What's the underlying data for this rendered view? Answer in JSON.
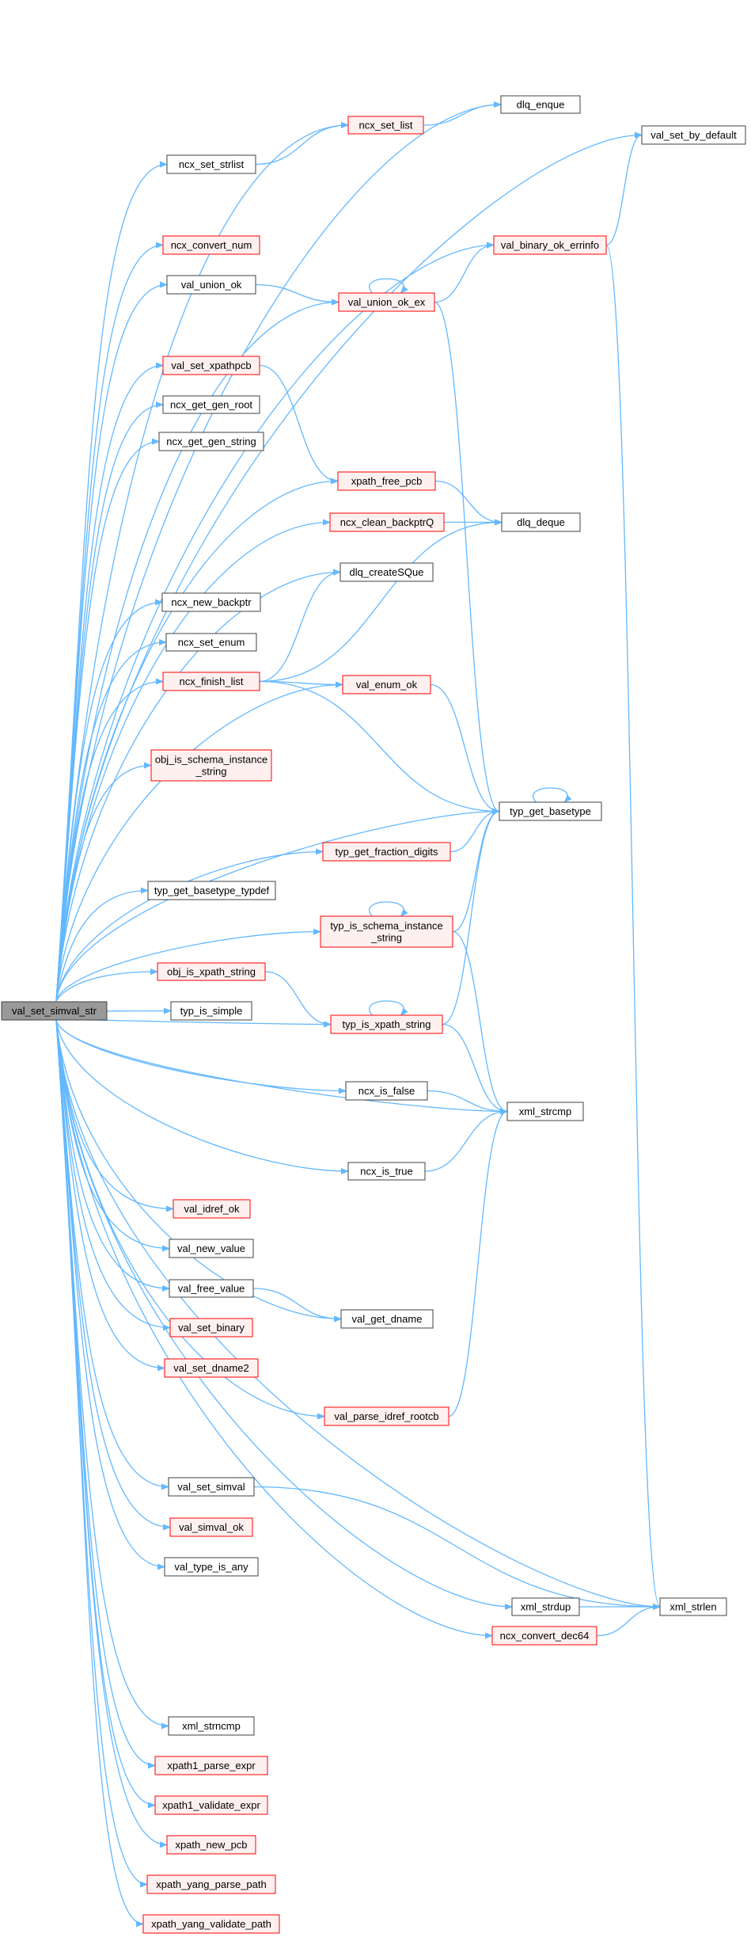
{
  "colors": {
    "edge": "#63b8ff",
    "border_default": "#404040",
    "border_red": "#ff0000",
    "fill_default": "#ffffff",
    "fill_red": "#fff0f0",
    "fill_root": "#999999"
  },
  "nodes": [
    {
      "id": "root",
      "lines": [
        "val_set_simval_str"
      ],
      "style": "root"
    },
    {
      "id": "dlq_enque",
      "lines": [
        "dlq_enque"
      ],
      "style": "default"
    },
    {
      "id": "val_set_by_default",
      "lines": [
        "val_set_by_default"
      ],
      "style": "default"
    },
    {
      "id": "ncx_set_list",
      "lines": [
        "ncx_set_list"
      ],
      "style": "red"
    },
    {
      "id": "ncx_set_strlist",
      "lines": [
        "ncx_set_strlist"
      ],
      "style": "default"
    },
    {
      "id": "val_binary_ok_errinfo",
      "lines": [
        "val_binary_ok_errinfo"
      ],
      "style": "red"
    },
    {
      "id": "ncx_convert_num",
      "lines": [
        "ncx_convert_num"
      ],
      "style": "red"
    },
    {
      "id": "val_union_ok",
      "lines": [
        "val_union_ok"
      ],
      "style": "default"
    },
    {
      "id": "val_union_ok_ex",
      "lines": [
        "val_union_ok_ex"
      ],
      "style": "red"
    },
    {
      "id": "val_set_xpathpcb",
      "lines": [
        "val_set_xpathpcb"
      ],
      "style": "red"
    },
    {
      "id": "ncx_get_gen_root",
      "lines": [
        "ncx_get_gen_root"
      ],
      "style": "default"
    },
    {
      "id": "ncx_get_gen_string",
      "lines": [
        "ncx_get_gen_string"
      ],
      "style": "default"
    },
    {
      "id": "xpath_free_pcb",
      "lines": [
        "xpath_free_pcb"
      ],
      "style": "red"
    },
    {
      "id": "ncx_clean_backptrQ",
      "lines": [
        "ncx_clean_backptrQ"
      ],
      "style": "red"
    },
    {
      "id": "dlq_deque",
      "lines": [
        "dlq_deque"
      ],
      "style": "default"
    },
    {
      "id": "dlq_createSQue",
      "lines": [
        "dlq_createSQue"
      ],
      "style": "default"
    },
    {
      "id": "ncx_new_backptr",
      "lines": [
        "ncx_new_backptr"
      ],
      "style": "default"
    },
    {
      "id": "ncx_set_enum",
      "lines": [
        "ncx_set_enum"
      ],
      "style": "default"
    },
    {
      "id": "ncx_finish_list",
      "lines": [
        "ncx_finish_list"
      ],
      "style": "red"
    },
    {
      "id": "val_enum_ok",
      "lines": [
        "val_enum_ok"
      ],
      "style": "red"
    },
    {
      "id": "obj_is_schema_instance_string",
      "lines": [
        "obj_is_schema_instance",
        "_string"
      ],
      "style": "red"
    },
    {
      "id": "typ_get_basetype",
      "lines": [
        "typ_get_basetype"
      ],
      "style": "default"
    },
    {
      "id": "typ_get_fraction_digits",
      "lines": [
        "typ_get_fraction_digits"
      ],
      "style": "red"
    },
    {
      "id": "typ_get_basetype_typdef",
      "lines": [
        "typ_get_basetype_typdef"
      ],
      "style": "default"
    },
    {
      "id": "typ_is_schema_instance_string",
      "lines": [
        "typ_is_schema_instance",
        "_string"
      ],
      "style": "red"
    },
    {
      "id": "obj_is_xpath_string",
      "lines": [
        "obj_is_xpath_string"
      ],
      "style": "red"
    },
    {
      "id": "typ_is_simple",
      "lines": [
        "typ_is_simple"
      ],
      "style": "default"
    },
    {
      "id": "typ_is_xpath_string",
      "lines": [
        "typ_is_xpath_string"
      ],
      "style": "red"
    },
    {
      "id": "ncx_is_false",
      "lines": [
        "ncx_is_false"
      ],
      "style": "default"
    },
    {
      "id": "xml_strcmp",
      "lines": [
        "xml_strcmp"
      ],
      "style": "default"
    },
    {
      "id": "ncx_is_true",
      "lines": [
        "ncx_is_true"
      ],
      "style": "default"
    },
    {
      "id": "val_idref_ok",
      "lines": [
        "val_idref_ok"
      ],
      "style": "red"
    },
    {
      "id": "val_new_value",
      "lines": [
        "val_new_value"
      ],
      "style": "default"
    },
    {
      "id": "val_free_value",
      "lines": [
        "val_free_value"
      ],
      "style": "default"
    },
    {
      "id": "val_get_dname",
      "lines": [
        "val_get_dname"
      ],
      "style": "default"
    },
    {
      "id": "val_set_binary",
      "lines": [
        "val_set_binary"
      ],
      "style": "red"
    },
    {
      "id": "val_set_dname2",
      "lines": [
        "val_set_dname2"
      ],
      "style": "red"
    },
    {
      "id": "val_parse_idref_rootcb",
      "lines": [
        "val_parse_idref_rootcb"
      ],
      "style": "red"
    },
    {
      "id": "val_set_simval",
      "lines": [
        "val_set_simval"
      ],
      "style": "default"
    },
    {
      "id": "val_simval_ok",
      "lines": [
        "val_simval_ok"
      ],
      "style": "red"
    },
    {
      "id": "val_type_is_any",
      "lines": [
        "val_type_is_any"
      ],
      "style": "default"
    },
    {
      "id": "xml_strdup",
      "lines": [
        "xml_strdup"
      ],
      "style": "default"
    },
    {
      "id": "xml_strlen",
      "lines": [
        "xml_strlen"
      ],
      "style": "default"
    },
    {
      "id": "ncx_convert_dec64",
      "lines": [
        "ncx_convert_dec64"
      ],
      "style": "red"
    },
    {
      "id": "xml_strncmp",
      "lines": [
        "xml_strncmp"
      ],
      "style": "default"
    },
    {
      "id": "xpath1_parse_expr",
      "lines": [
        "xpath1_parse_expr"
      ],
      "style": "red"
    },
    {
      "id": "xpath1_validate_expr",
      "lines": [
        "xpath1_validate_expr"
      ],
      "style": "red"
    },
    {
      "id": "xpath_new_pcb",
      "lines": [
        "xpath_new_pcb"
      ],
      "style": "red"
    },
    {
      "id": "xpath_yang_parse_path",
      "lines": [
        "xpath_yang_parse_path"
      ],
      "style": "red"
    },
    {
      "id": "xpath_yang_validate_path",
      "lines": [
        "xpath_yang_validate_path"
      ],
      "style": "red"
    }
  ],
  "edges": [
    [
      "root",
      "dlq_enque"
    ],
    [
      "root",
      "val_set_by_default"
    ],
    [
      "root",
      "ncx_set_list"
    ],
    [
      "root",
      "ncx_set_strlist"
    ],
    [
      "root",
      "val_binary_ok_errinfo"
    ],
    [
      "root",
      "ncx_convert_num"
    ],
    [
      "root",
      "val_union_ok"
    ],
    [
      "root",
      "val_union_ok_ex"
    ],
    [
      "root",
      "val_set_xpathpcb"
    ],
    [
      "root",
      "ncx_get_gen_root"
    ],
    [
      "root",
      "ncx_get_gen_string"
    ],
    [
      "root",
      "xpath_free_pcb"
    ],
    [
      "root",
      "ncx_clean_backptrQ"
    ],
    [
      "root",
      "dlq_createSQue"
    ],
    [
      "root",
      "ncx_new_backptr"
    ],
    [
      "root",
      "ncx_set_enum"
    ],
    [
      "root",
      "ncx_finish_list"
    ],
    [
      "root",
      "val_enum_ok"
    ],
    [
      "root",
      "obj_is_schema_instance_string"
    ],
    [
      "root",
      "typ_get_basetype"
    ],
    [
      "root",
      "typ_get_fraction_digits"
    ],
    [
      "root",
      "typ_get_basetype_typdef"
    ],
    [
      "root",
      "typ_is_schema_instance_string"
    ],
    [
      "root",
      "obj_is_xpath_string"
    ],
    [
      "root",
      "typ_is_simple"
    ],
    [
      "root",
      "typ_is_xpath_string"
    ],
    [
      "root",
      "ncx_is_false"
    ],
    [
      "root",
      "xml_strcmp"
    ],
    [
      "root",
      "ncx_is_true"
    ],
    [
      "root",
      "val_idref_ok"
    ],
    [
      "root",
      "val_new_value"
    ],
    [
      "root",
      "val_free_value"
    ],
    [
      "root",
      "val_set_binary"
    ],
    [
      "root",
      "val_set_dname2"
    ],
    [
      "root",
      "val_get_dname"
    ],
    [
      "root",
      "val_parse_idref_rootcb"
    ],
    [
      "root",
      "val_set_simval"
    ],
    [
      "root",
      "val_simval_ok"
    ],
    [
      "root",
      "val_type_is_any"
    ],
    [
      "root",
      "xml_strdup"
    ],
    [
      "root",
      "ncx_convert_dec64"
    ],
    [
      "root",
      "xml_strlen"
    ],
    [
      "root",
      "xml_strncmp"
    ],
    [
      "root",
      "xpath1_parse_expr"
    ],
    [
      "root",
      "xpath1_validate_expr"
    ],
    [
      "root",
      "xpath_new_pcb"
    ],
    [
      "root",
      "xpath_yang_parse_path"
    ],
    [
      "root",
      "xpath_yang_validate_path"
    ],
    [
      "ncx_set_list",
      "dlq_enque"
    ],
    [
      "ncx_set_strlist",
      "ncx_set_list"
    ],
    [
      "val_binary_ok_errinfo",
      "val_set_by_default"
    ],
    [
      "val_binary_ok_errinfo",
      "xml_strlen"
    ],
    [
      "val_union_ok",
      "val_union_ok_ex"
    ],
    [
      "val_union_ok_ex",
      "val_binary_ok_errinfo"
    ],
    [
      "val_union_ok_ex",
      "typ_get_basetype"
    ],
    [
      "val_union_ok_ex",
      "val_union_ok_ex"
    ],
    [
      "val_set_xpathpcb",
      "xpath_free_pcb"
    ],
    [
      "xpath_free_pcb",
      "dlq_deque"
    ],
    [
      "ncx_clean_backptrQ",
      "dlq_deque"
    ],
    [
      "ncx_finish_list",
      "dlq_createSQue"
    ],
    [
      "ncx_finish_list",
      "dlq_deque"
    ],
    [
      "ncx_finish_list",
      "val_enum_ok"
    ],
    [
      "ncx_finish_list",
      "typ_get_basetype"
    ],
    [
      "val_enum_ok",
      "typ_get_basetype"
    ],
    [
      "typ_get_basetype",
      "typ_get_basetype"
    ],
    [
      "typ_get_fraction_digits",
      "typ_get_basetype"
    ],
    [
      "typ_is_schema_instance_string",
      "typ_get_basetype"
    ],
    [
      "typ_is_schema_instance_string",
      "typ_is_schema_instance_string"
    ],
    [
      "typ_is_schema_instance_string",
      "xml_strcmp"
    ],
    [
      "obj_is_xpath_string",
      "typ_is_xpath_string"
    ],
    [
      "typ_is_xpath_string",
      "typ_get_basetype"
    ],
    [
      "typ_is_xpath_string",
      "typ_is_xpath_string"
    ],
    [
      "typ_is_xpath_string",
      "xml_strcmp"
    ],
    [
      "ncx_is_false",
      "xml_strcmp"
    ],
    [
      "ncx_is_true",
      "xml_strcmp"
    ],
    [
      "val_free_value",
      "val_get_dname"
    ],
    [
      "val_parse_idref_rootcb",
      "xml_strcmp"
    ],
    [
      "val_set_simval",
      "xml_strlen"
    ],
    [
      "xml_strdup",
      "xml_strlen"
    ],
    [
      "ncx_convert_dec64",
      "xml_strlen"
    ]
  ]
}
